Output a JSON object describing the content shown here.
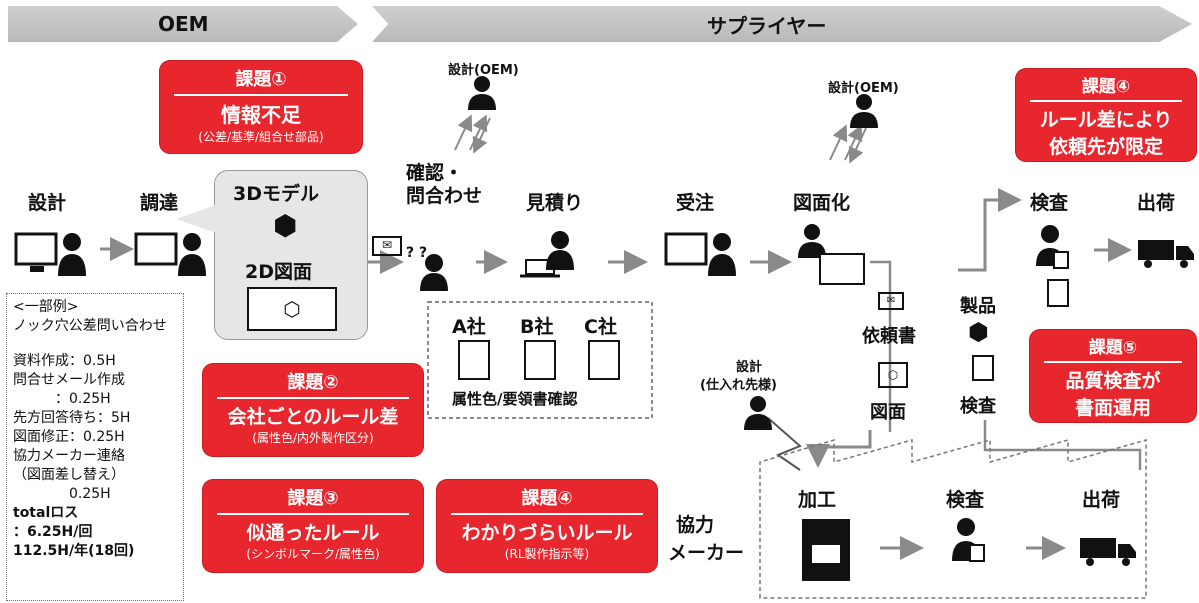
{
  "bands": {
    "oem": "OEM",
    "supplier": "サプライヤー"
  },
  "steps": {
    "design": "設計",
    "procure": "調達",
    "confirm_1": "確認・",
    "confirm_2": "問合わせ",
    "estimate": "見積り",
    "order": "受注",
    "drawing": "図面化",
    "inspect": "検査",
    "ship": "出荷"
  },
  "callout": {
    "model": "3Dモデル",
    "drawing2d": "2D図面"
  },
  "design_oem_1": "設計(OEM)",
  "design_oem_2": "設計(OEM)",
  "companies": [
    "A社",
    "B社",
    "C社"
  ],
  "company_note": "属性色/要領書確認",
  "request_doc": "依頼書",
  "drawing_doc": "図面",
  "product": "製品",
  "product_inspect": "検査",
  "design_supplier_1": "設計",
  "design_supplier_2": "(仕入れ先様)",
  "partner_1": "協力",
  "partner_2": "メーカー",
  "partner_steps": {
    "process": "加工",
    "inspect": "検査",
    "ship": "出荷"
  },
  "issues": [
    {
      "title": "課題①",
      "main": "情報不足",
      "sub": "(公差/基準/組合せ部品)"
    },
    {
      "title": "課題②",
      "main": "会社ごとのルール差",
      "sub": "(属性色/内外製作区分)"
    },
    {
      "title": "課題③",
      "main": "似通ったルール",
      "sub": "(シンボルマーク/属性色)"
    },
    {
      "title": "課題④",
      "main": "わかりづらいルール",
      "sub": "(RL製作指示等)"
    },
    {
      "title": "課題④",
      "main": "ルール差により",
      "main2": "依頼先が限定"
    },
    {
      "title": "課題⑤",
      "main": "品質検査が",
      "main2": "書面運用"
    }
  ],
  "notes": {
    "header": "<一部例>",
    "subject": "ノック穴公差問い合わせ",
    "lines": [
      "資料作成：0.5H",
      "問合せメール作成",
      "　　　：0.25H",
      "先方回答待ち：5H",
      "図面修正：0.25H",
      "協力メーカー連絡",
      "（図面差し替え）",
      "　　　　0.25H"
    ],
    "total_1": "totalロス",
    "total_2": "：6.25H/回",
    "total_3": "112.5H/年(18回)"
  },
  "colors": {
    "accent": "#e8262d",
    "band": "#c4c4c4"
  }
}
